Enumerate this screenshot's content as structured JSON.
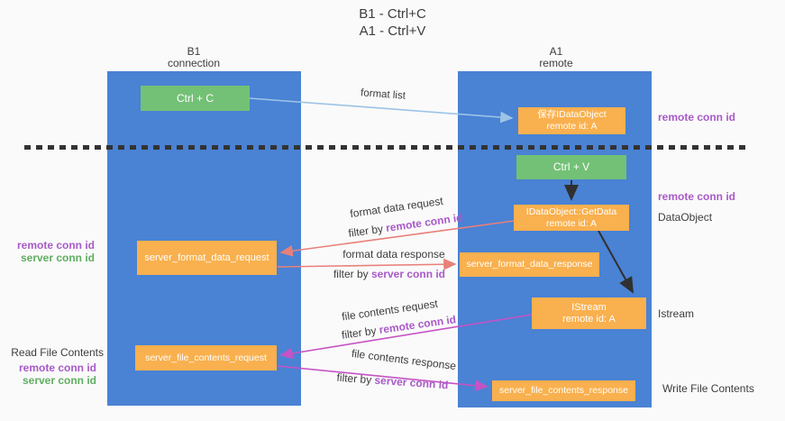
{
  "title": {
    "line1": "B1 - Ctrl+C",
    "line2": "A1 - Ctrl+V"
  },
  "columns": {
    "left": {
      "name": "B1",
      "role": "connection"
    },
    "right": {
      "name": "A1",
      "role": "remote"
    }
  },
  "boxes": {
    "ctrl_c": {
      "label": "Ctrl + C"
    },
    "save_dataobject": {
      "label": "保存IDataObject",
      "sublabel": "remote id: A"
    },
    "ctrl_v": {
      "label": "Ctrl + V"
    },
    "getdata": {
      "label": "IDataObject::GetData",
      "sublabel": "remote id: A"
    },
    "format_request": {
      "label": "server_format_data_request"
    },
    "format_response": {
      "label": "server_format_data_response"
    },
    "istream": {
      "label": "IStream",
      "sublabel": "remote id: A"
    },
    "file_request": {
      "label": "server_file_contents_request"
    },
    "file_response": {
      "label": "server_file_contents_response"
    }
  },
  "arrow_labels": {
    "format_list": "format list",
    "format_data_request": "format data request",
    "filter_by_remote_1": {
      "prefix": "filter by ",
      "highlight": "remote conn id"
    },
    "format_data_response": "format data response",
    "filter_by_server_1": {
      "prefix": "filter by ",
      "highlight": "server conn id"
    },
    "file_contents_request": "file contents request",
    "filter_by_remote_2": {
      "prefix": "filter by ",
      "highlight": "remote conn id"
    },
    "file_contents_response": "file contents response",
    "filter_by_server_2": {
      "prefix": "filter by ",
      "highlight": "server conn id"
    }
  },
  "side_labels": {
    "right_remote_conn_top": "remote conn id",
    "right_remote_conn_mid": "remote conn id",
    "right_dataobject": "DataObject",
    "right_istream": "Istream",
    "right_write_file": "Write File Contents",
    "left_remote_conn_1": "remote conn id",
    "left_server_conn_1": "server conn id",
    "left_read_file": "Read File Contents",
    "left_remote_conn_2": "remote conn id",
    "left_server_conn_2": "server conn id"
  },
  "colors": {
    "column_blue": "#4a82d4",
    "box_green": "#73c176",
    "box_orange": "#f9b04e",
    "arrow_lightblue": "#9dc3e6",
    "arrow_black": "#303030",
    "arrow_salmon": "#e8807a",
    "arrow_magenta": "#c553c5",
    "text_purple": "#a85ac8",
    "text_green": "#5fae60",
    "text_dark": "#3d3d3d",
    "background": "#fafafa"
  }
}
